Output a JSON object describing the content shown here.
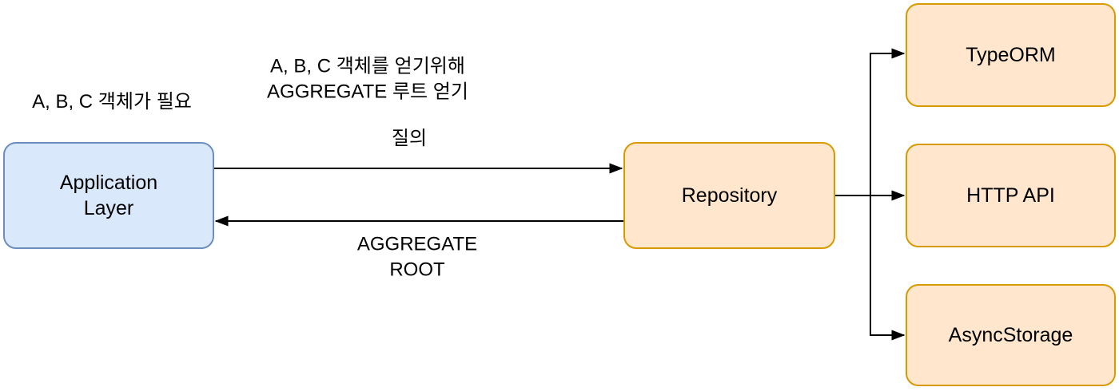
{
  "diagram": {
    "nodes": {
      "application_layer": {
        "label": "Application\nLayer"
      },
      "repository": {
        "label": "Repository"
      },
      "typeorm": {
        "label": "TypeORM"
      },
      "http_api": {
        "label": "HTTP API"
      },
      "async_storage": {
        "label": "AsyncStorage"
      }
    },
    "labels": {
      "need_objects": "A, B, C 객체가 필요",
      "get_aggregate": "A, B, C 객체를 얻기위해\nAGGREGATE 루트 얻기",
      "query": "질의",
      "aggregate_root": "AGGREGATE\nROOT"
    },
    "colors": {
      "blue_fill": "#dae8fc",
      "blue_border": "#6c8ebf",
      "orange_fill": "#ffe6cc",
      "orange_border": "#d79b00",
      "arrow": "#000000",
      "text": "#000000",
      "background": "#ffffff"
    }
  }
}
